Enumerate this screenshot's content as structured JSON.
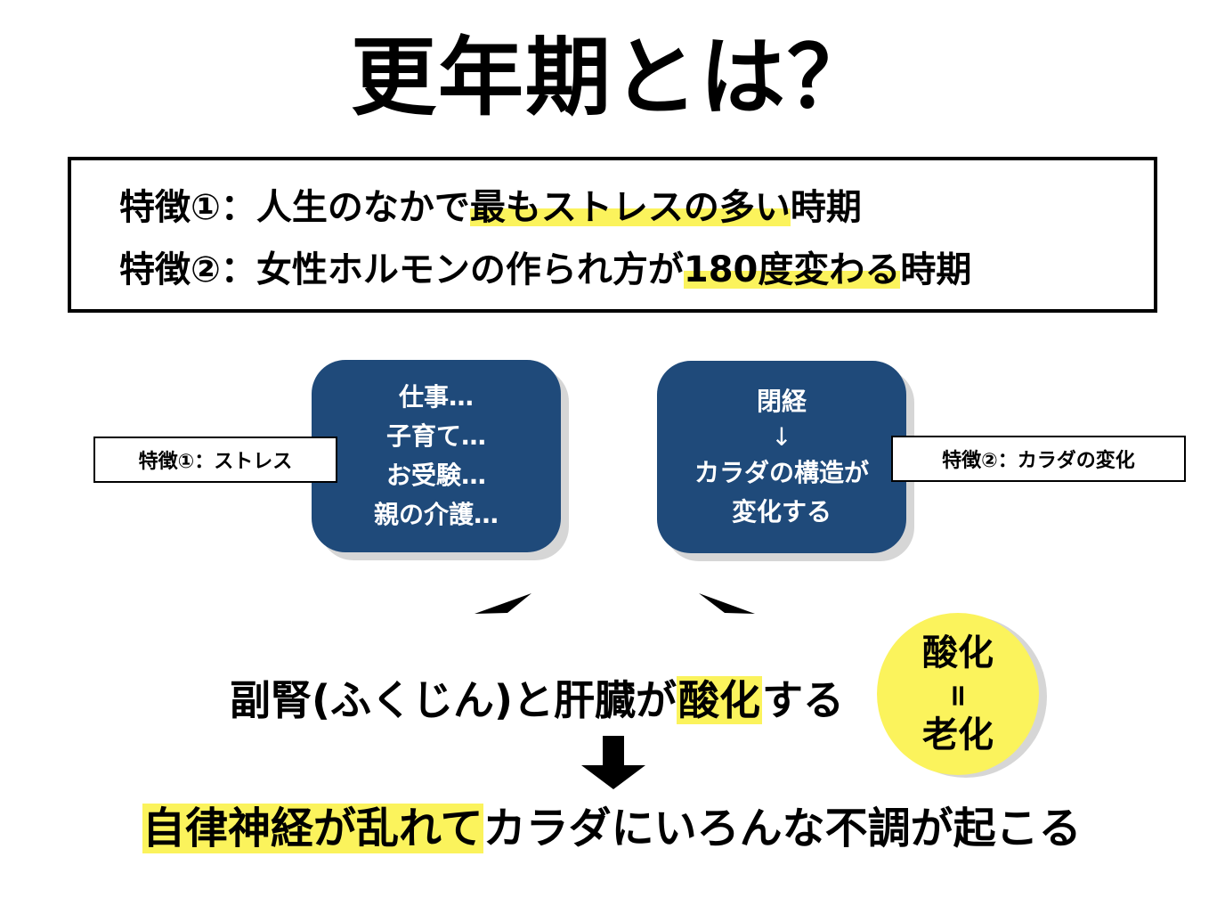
{
  "title": "更年期とは？",
  "features": {
    "line1": {
      "prefix": "特徴①：人生のなかで",
      "highlight": "最もストレスの多い",
      "suffix": "時期"
    },
    "line2": {
      "prefix": "特徴②：女性ホルモンの作られ方が",
      "highlight": "180度変わる",
      "suffix": "時期"
    }
  },
  "left_label": "特徴①：ストレス",
  "right_label": "特徴②：カラダの変化",
  "left_box": {
    "lines": [
      "仕事…",
      "子育て…",
      "お受験…",
      "親の介護…"
    ]
  },
  "right_box": {
    "line1": "閉経",
    "arrow": "↓",
    "line2": "カラダの構造が",
    "line3": "変化する"
  },
  "middle": {
    "prefix": "副腎(ふくじん)と肝臓が",
    "highlight": "酸化",
    "suffix": "する"
  },
  "circle": {
    "top": "酸化",
    "equals": "=",
    "bottom": "老化"
  },
  "bottom": {
    "highlight": "自律神経が乱れて",
    "suffix": "カラダにいろんな不調が起こる"
  },
  "colors": {
    "highlight": "#fbf35c",
    "box_blue": "#1f4a7a",
    "shadow": "#d6d6d6"
  }
}
